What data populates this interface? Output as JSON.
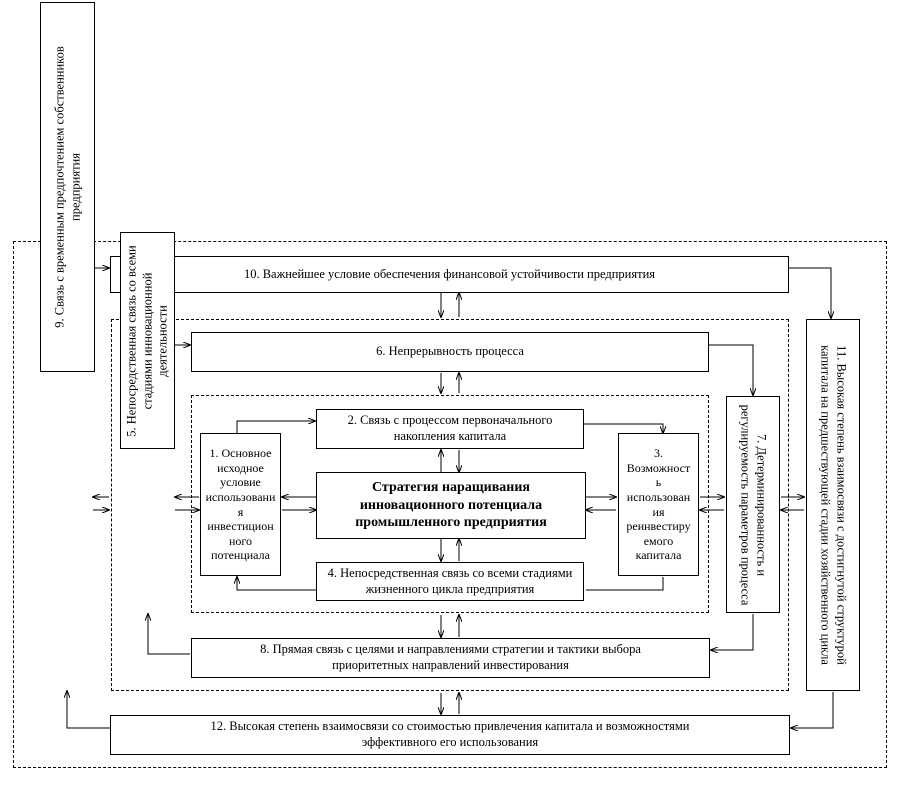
{
  "diagram": {
    "boxes": {
      "b1": "1. Основное\nисходное\nусловие\nиспользовани\nя\nинвестицион\nного\nпотенциала",
      "b2": "2. Связь с процессом первоначального\nнакопления капитала",
      "b3": "3.\nВозможност\nь\nиспользован\nия\nреинвестиру\nемого\nкапитала",
      "b4": "4. Непосредственная связь со всеми стадиями\nжизненного цикла предприятия",
      "b5": "5. Непосредственная связь со всеми\nстадиями инновационной\nдеятельности",
      "b6": "6. Непрерывность процесса",
      "b7": "7. Детерминированность и\nрегулируемость параметров процесса",
      "b8": "8. Прямая связь с целями и направлениями стратегии и тактики выбора\nприоритетных направлений инвестирования",
      "b9": "9. Связь с временным предпочтением собственников\nпредприятия",
      "b10": "10. Важнейшее условие обеспечения финансовой устойчивости предприятия",
      "b11": "11. Высокая степень взаимосвязи с достигнутой структурой\nкапитала на предшествующей стадии хозяйственного цикла",
      "b12": "12. Высокая степень взаимосвязи со стоимостью привлечения капитала и возможностями\nэффективного его использования",
      "center": "Стратегия наращивания\nинновационного потенциала\nпромышленного предприятия"
    }
  }
}
